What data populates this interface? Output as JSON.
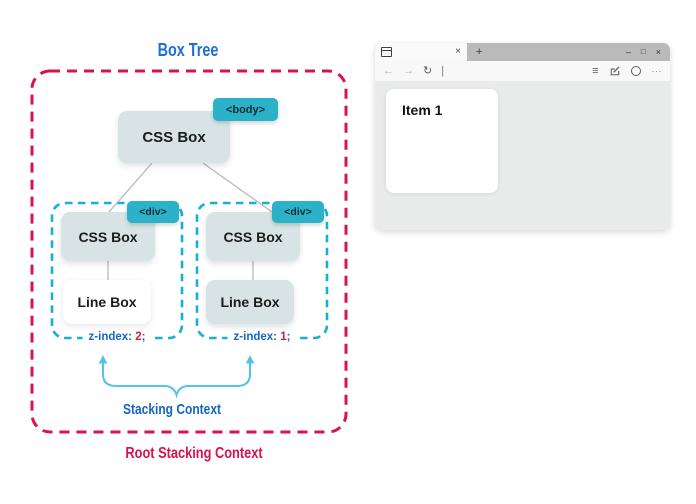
{
  "diagram": {
    "title": "Box Tree",
    "stacking_context_label": "Stacking Context",
    "root_stacking_context_label": "Root Stacking Context",
    "root_box": {
      "label": "CSS Box",
      "tag": "<body>"
    },
    "left_group": {
      "css_box_label": "CSS Box",
      "tag": "<div>",
      "line_box_label": "Line Box",
      "z_property": "z-index:",
      "z_value": "2",
      "z_semicolon": ";"
    },
    "right_group": {
      "css_box_label": "CSS Box",
      "tag": "<div>",
      "line_box_label": "Line Box",
      "z_property": "z-index:",
      "z_value": "1",
      "z_semicolon": ";"
    },
    "colors": {
      "teal_tag": "#2bb2c8",
      "box_fill": "#d8e3e5",
      "cyan_dash": "#17b0cf",
      "red_dash": "#d9134b",
      "title_blue": "#1a6fd9",
      "label_blue": "#1565c0",
      "z_number_red": "#d31f35",
      "brace_cyan": "#53c5e0"
    }
  },
  "browser": {
    "tab": {
      "close_glyph": "×",
      "new_tab_glyph": "+"
    },
    "window_controls": {
      "minimize_glyph": "–",
      "maximize_glyph": "□",
      "close_glyph": "×"
    },
    "toolbar": {
      "back_glyph": "←",
      "forward_glyph": "→",
      "refresh_glyph": "↻",
      "caret_glyph": "|",
      "menu_glyph": "≡",
      "overflow_glyph": "···"
    },
    "page": {
      "item_label": "Item 1"
    }
  }
}
